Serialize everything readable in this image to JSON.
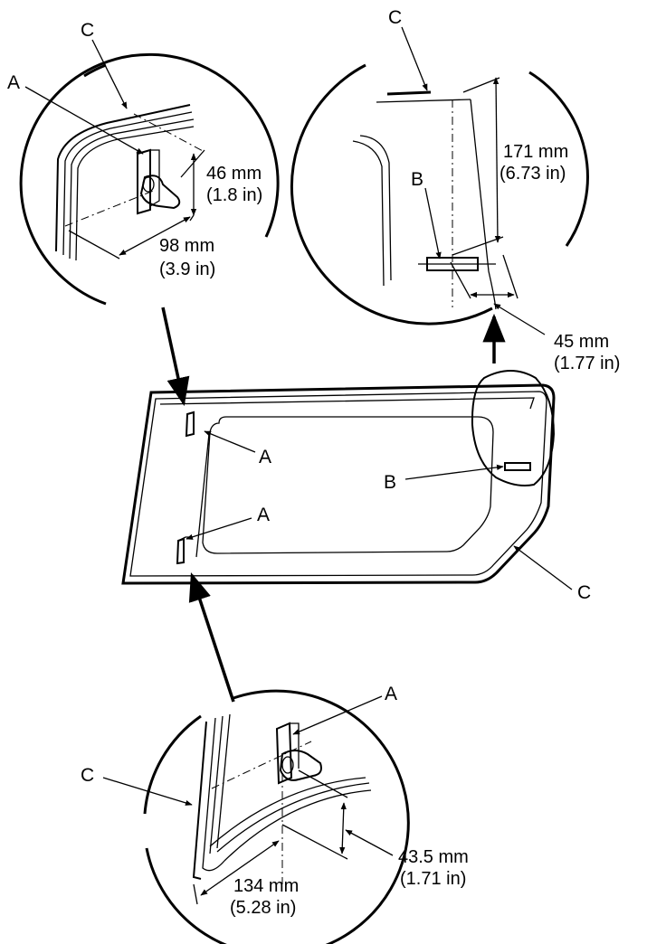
{
  "labels": {
    "clip": "A",
    "spacer": "B",
    "glass_edge": "C"
  },
  "dimensions": {
    "top_left_vertical": {
      "mm": "46 mm",
      "in": "(1.8 in)"
    },
    "top_left_horizontal": {
      "mm": "98 mm",
      "in": "(3.9 in)"
    },
    "top_right_vertical": {
      "mm": "171 mm",
      "in": "(6.73 in)"
    },
    "top_right_horizontal": {
      "mm": "45 mm",
      "in": "(1.77 in)"
    },
    "bottom_vertical": {
      "mm": "43.5 mm",
      "in": "(1.71 in)"
    },
    "bottom_horizontal": {
      "mm": "134 mm",
      "in": "(5.28 in)"
    }
  }
}
